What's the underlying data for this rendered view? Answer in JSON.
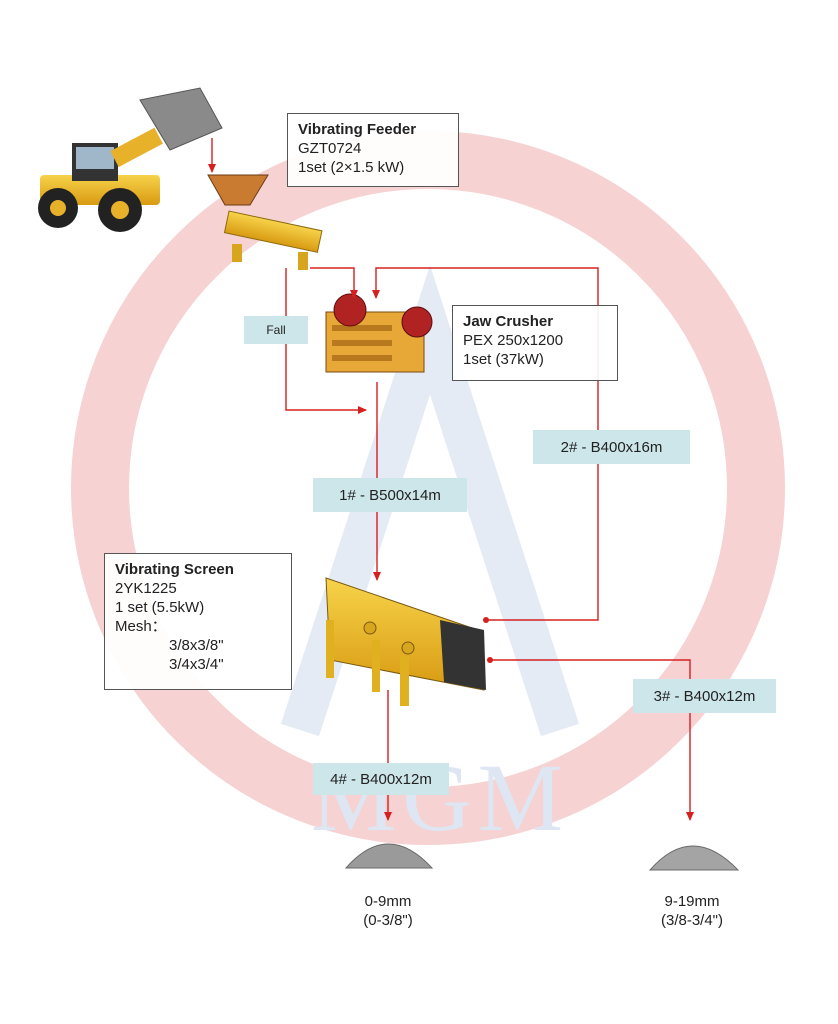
{
  "watermark": {
    "text": "MGM",
    "ring_color": "#f4c9c9",
    "letter_color": "#dde6f2"
  },
  "colors": {
    "arrow": "#d62020",
    "tag_bg": "#cde6ea"
  },
  "equipment": {
    "feeder": {
      "title": "Vibrating Feeder",
      "model": "GZT0724",
      "spec": "1set  (2×1.5 kW)"
    },
    "crusher": {
      "title": "Jaw Crusher",
      "model": "PEX 250x1200",
      "spec": "1set  (37kW)"
    },
    "screen": {
      "title": "Vibrating Screen",
      "model": "2YK1225",
      "spec": "1 set  (5.5kW)",
      "mesh_label": "Mesh：",
      "mesh": [
        "3/8x3/8\"",
        "3/4x3/4\""
      ]
    }
  },
  "conveyors": {
    "fall": "Fall",
    "c1": "1# - B500x14m",
    "c2": "2# - B400x16m",
    "c3": "3# - B400x12m",
    "c4": "4# - B400x12m"
  },
  "outputs": {
    "fine": {
      "size": "0-9mm",
      "imperial": "(0-3/8\")"
    },
    "coarse": {
      "size": "9-19mm",
      "imperial": "(3/8-3/4\")"
    }
  }
}
